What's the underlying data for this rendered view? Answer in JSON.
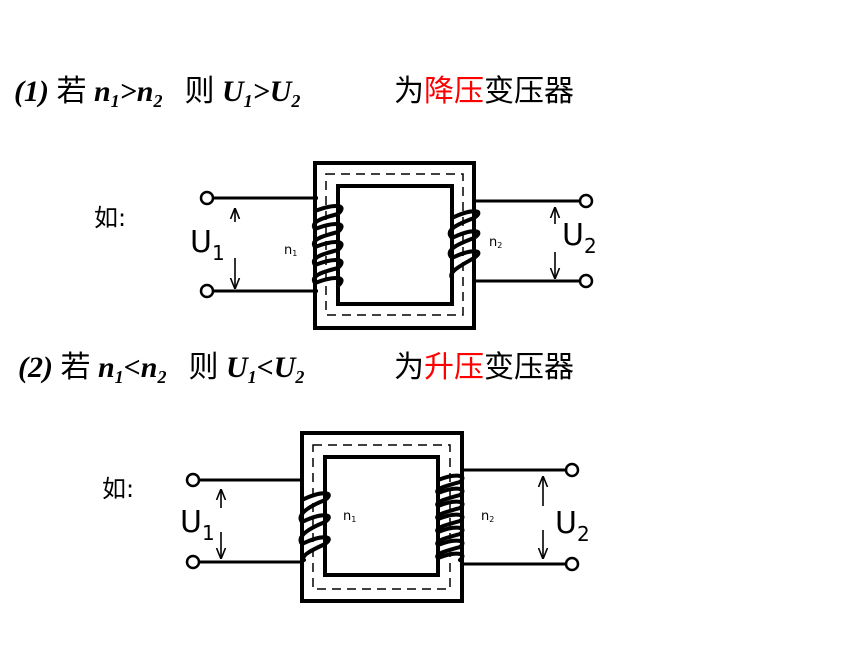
{
  "case1": {
    "number": "(1)",
    "if_word": "若",
    "n1": "n",
    "n1_sub": "1",
    "relation": ">",
    "n2": "n",
    "n2_sub": "2",
    "then_word": "则",
    "u1": "U",
    "u1_sub": "1",
    "u_relation": ">",
    "u2": "U",
    "u2_sub": "2",
    "prefix": "为",
    "type": "降压",
    "suffix": "变压器",
    "example_label": "如:",
    "left_voltage": "U",
    "left_voltage_sub": "1",
    "right_voltage": "U",
    "right_voltage_sub": "2",
    "coil1_label": "n",
    "coil1_sub": "1",
    "coil2_label": "n",
    "coil2_sub": "2"
  },
  "case2": {
    "number": "(2)",
    "if_word": "若",
    "n1": "n",
    "n1_sub": "1",
    "relation": "<",
    "n2": "n",
    "n2_sub": "2",
    "then_word": "则",
    "u1": "U",
    "u1_sub": "1",
    "u_relation": "<",
    "u2": "U",
    "u2_sub": "2",
    "prefix": "为",
    "type": "升压",
    "suffix": "变压器",
    "example_label": "如:",
    "left_voltage": "U",
    "left_voltage_sub": "1",
    "right_voltage": "U",
    "right_voltage_sub": "2",
    "coil1_label": "n",
    "coil1_sub": "1",
    "coil2_label": "n",
    "coil2_sub": "2"
  },
  "colors": {
    "highlight": "#ff0000",
    "ink": "#000000"
  }
}
